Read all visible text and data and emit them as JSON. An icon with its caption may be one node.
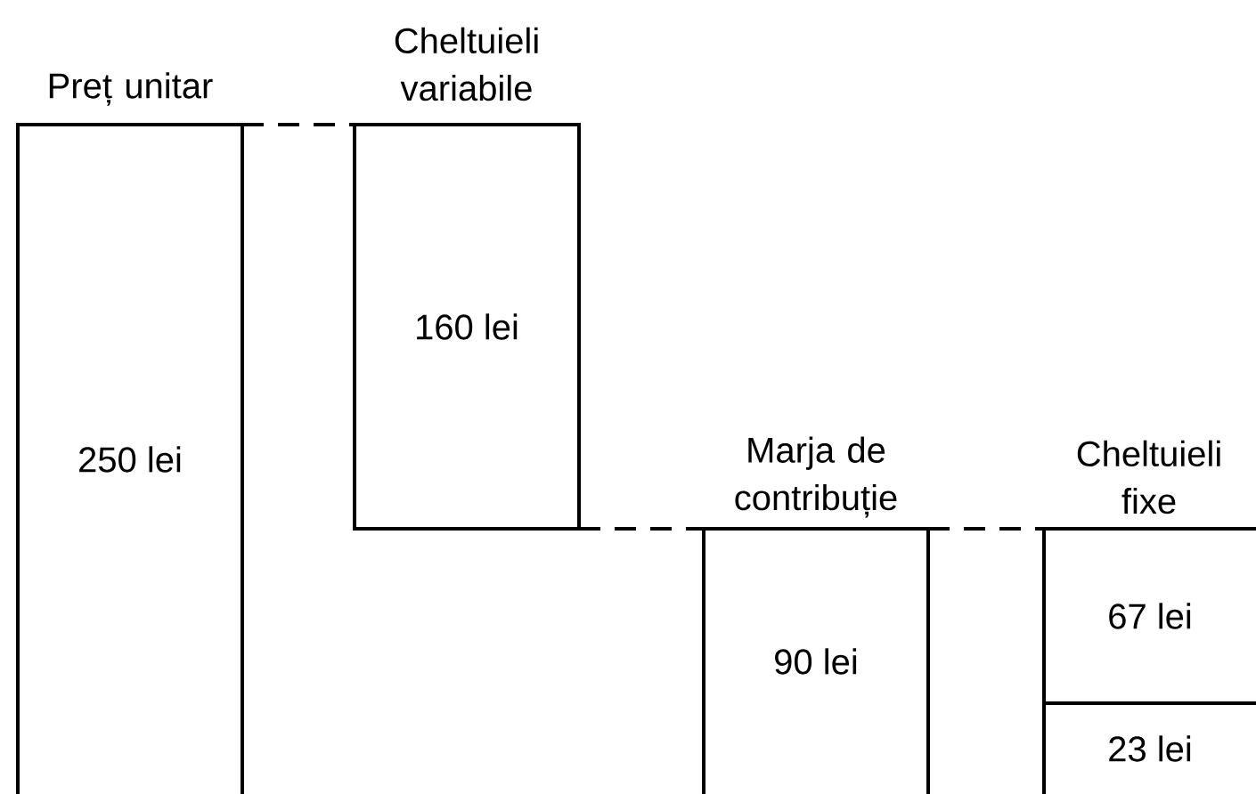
{
  "diagram": {
    "nodes": [
      {
        "text": [
          "Preț unitar",
          "250 lei"
        ]
      },
      {
        "text": [
          "Cheltuieli variabile",
          "160 lei"
        ]
      },
      {
        "text": [
          "Marja de contribuție",
          "90 lei"
        ]
      },
      {
        "text": [
          "Cheltuieli fixe"
        ]
      },
      {
        "text": [
          "67 lei"
        ],
        "in": 3
      },
      {
        "text": [
          "23 lei"
        ],
        "in": 3
      }
    ],
    "edges": [
      {
        "from": 0,
        "to": 1,
        "arrow": "none",
        "style": "dashed"
      },
      {
        "from": 1,
        "to": 2,
        "arrow": "none",
        "style": "dashed"
      },
      {
        "from": 2,
        "to": 3,
        "arrow": "none",
        "style": "dashed"
      }
    ]
  }
}
